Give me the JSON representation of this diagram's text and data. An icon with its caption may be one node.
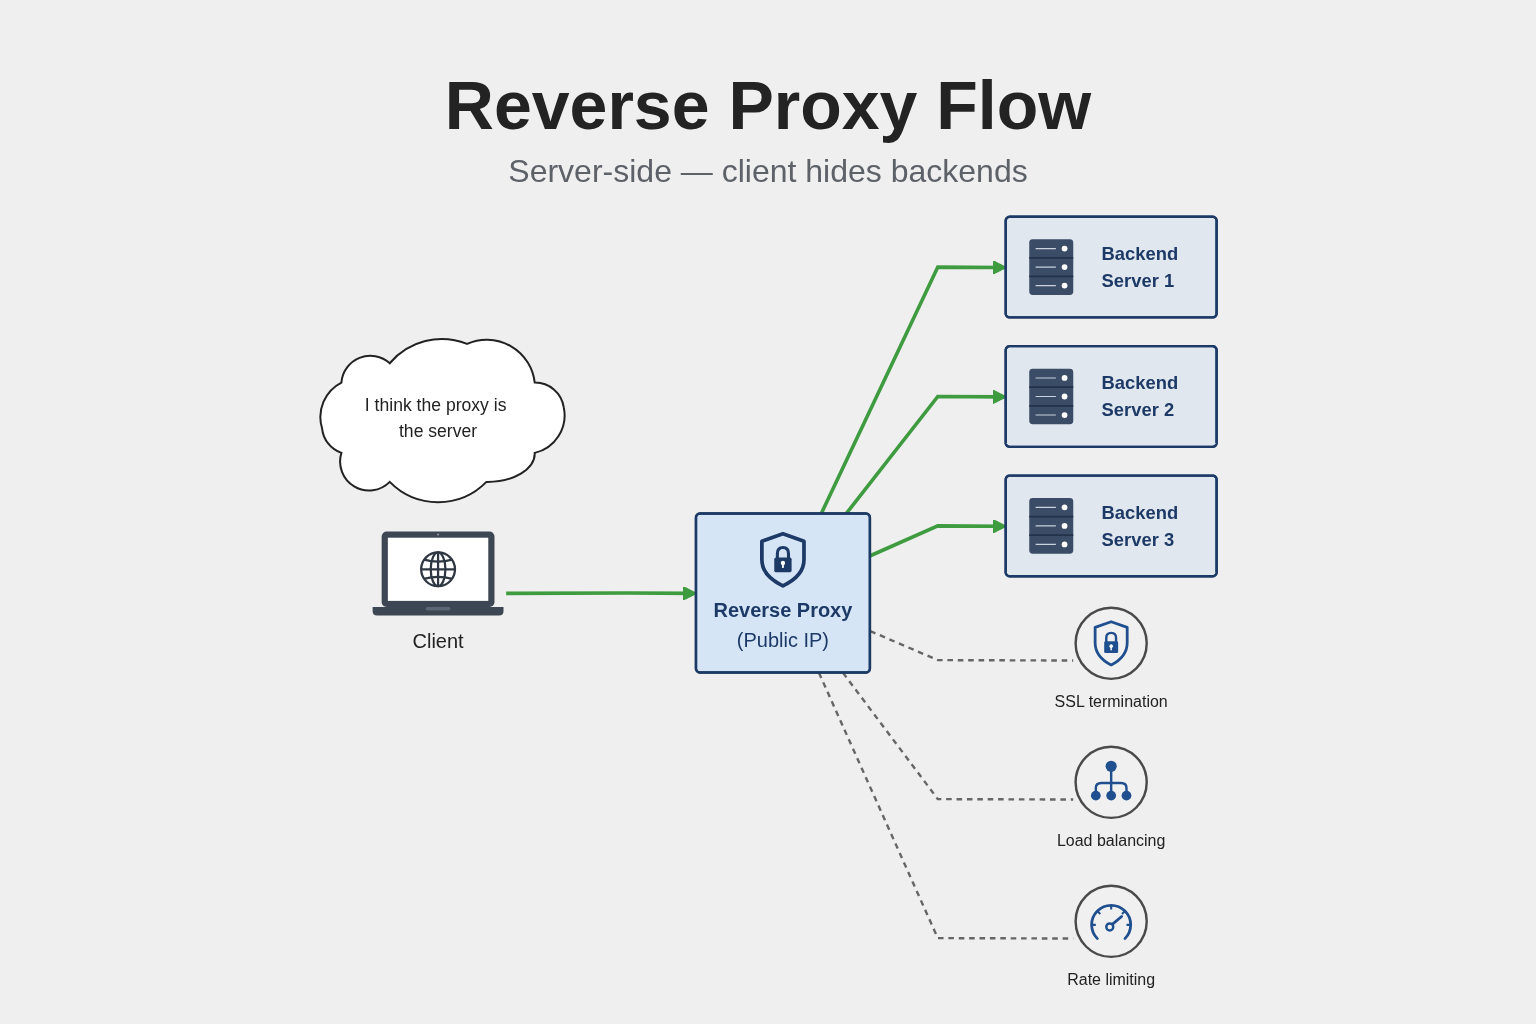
{
  "diagram": {
    "title": "Reverse Proxy Flow",
    "nodes": [
      {
        "text": [
          "Client"
        ]
      },
      {
        "text": [
          "I think the proxy is the server"
        ]
      },
      {
        "text": [
          "Reverse Proxy",
          "(Public IP)"
        ]
      },
      {
        "text": [
          "Backend Server 1"
        ]
      },
      {
        "text": [
          "Backend Server 2"
        ]
      },
      {
        "text": [
          "Backend Server 3"
        ]
      },
      {
        "text": [
          "SSL termination"
        ]
      },
      {
        "text": [
          "Load balancing"
        ]
      },
      {
        "text": [
          "Rate limiting"
        ]
      }
    ],
    "edges": [
      {
        "from": 0,
        "to": 2,
        "arrow": "to"
      },
      {
        "from": 2,
        "to": 3,
        "arrow": "to"
      },
      {
        "from": 2,
        "to": 4,
        "arrow": "to"
      },
      {
        "from": 2,
        "to": 5,
        "arrow": "to"
      },
      {
        "from": 2,
        "to": 6,
        "arrow": "none",
        "style": "dashed",
        "color": "#666666"
      },
      {
        "from": 2,
        "to": 7,
        "arrow": "none",
        "style": "dashed",
        "color": "#666666"
      },
      {
        "from": 2,
        "to": 8,
        "arrow": "none",
        "style": "dashed",
        "color": "#666666"
      }
    ],
    "labels": [
      "Server-side — client hides backends"
    ]
  }
}
